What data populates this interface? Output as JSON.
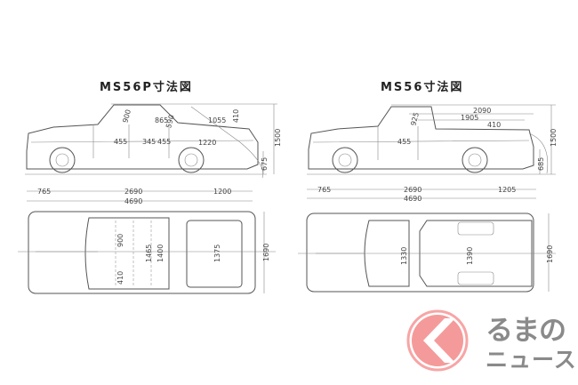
{
  "left_drawing": {
    "title": "MS56P寸法図",
    "side_dims": {
      "d900": "900",
      "d865": "865",
      "d590": "590",
      "d1055": "1055",
      "d410": "410",
      "d455a": "455",
      "d345": "345",
      "d455b": "455",
      "d1220": "1220",
      "height": "1500",
      "ground": "675",
      "front_overhang": "765",
      "wheelbase": "2690",
      "rear_overhang": "1200",
      "length": "4690"
    },
    "top_dims": {
      "d900": "900",
      "d1465": "1465",
      "d1400": "1400",
      "d1375": "1375",
      "d410": "410",
      "width": "1690"
    }
  },
  "right_drawing": {
    "title": "MS56寸法図",
    "side_dims": {
      "d2090": "2090",
      "d1905": "1905",
      "d410": "410",
      "d925": "925",
      "d455": "455",
      "height": "1500",
      "ground": "685",
      "front_overhang": "765",
      "wheelbase": "2690",
      "rear_overhang": "1205",
      "length": "4690"
    },
    "top_dims": {
      "d1330": "1330",
      "d1390": "1390",
      "width": "1690"
    }
  },
  "logo": {
    "line1": "るまの",
    "line2": "ニュース",
    "full": "くるまのニュース",
    "color": "#f59a9a"
  }
}
